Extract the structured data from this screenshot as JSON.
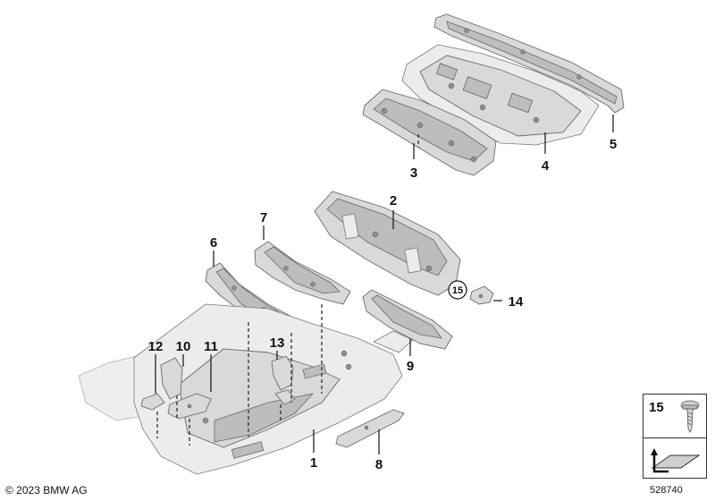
{
  "diagram": {
    "copyright": "© 2023 BMW AG",
    "diagram_number": "528740",
    "callouts": {
      "p1": "1",
      "p2": "2",
      "p3": "3",
      "p4": "4",
      "p5": "5",
      "p6": "6",
      "p7": "7",
      "p8": "8",
      "p9": "9",
      "p10": "10",
      "p11": "11",
      "p12": "12",
      "p13": "13",
      "p14": "14",
      "p15": "15"
    },
    "legend": {
      "part_number": "15"
    }
  }
}
